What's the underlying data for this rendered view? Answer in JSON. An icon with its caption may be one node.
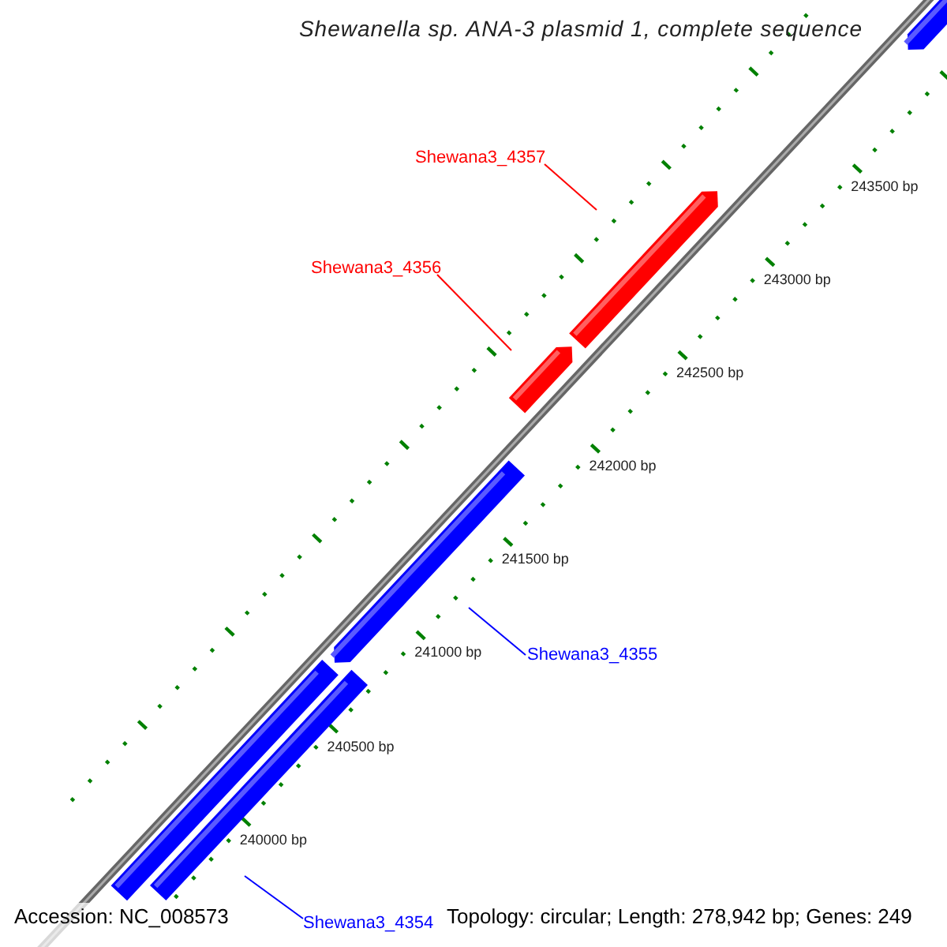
{
  "diagram": {
    "title": "Shewanella sp. ANA-3 plasmid 1, complete sequence",
    "nodes": [
      {
        "text": [
          "Shewana3_4357"
        ]
      },
      {
        "text": [
          "Shewana3_4356"
        ]
      },
      {
        "text": [
          "Shewana3_4355"
        ]
      },
      {
        "text": [
          "Shewana3_4354"
        ]
      },
      {
        "text": [],
        "shape": "bar"
      },
      {
        "text": [],
        "shape": "bar"
      },
      {
        "text": [],
        "shape": "bar"
      },
      {
        "text": [],
        "shape": "bar"
      },
      {
        "text": [],
        "shape": "bar"
      },
      {
        "text": [],
        "shape": "bar"
      }
    ],
    "edges": [
      {
        "from": 0,
        "to": 5,
        "arrow": "none",
        "color": "#ff0000"
      },
      {
        "from": 1,
        "to": 6,
        "arrow": "none",
        "color": "#ff0000"
      },
      {
        "from": 2,
        "to": 7,
        "arrow": "none",
        "color": "#0000ff"
      },
      {
        "from": 3,
        "to": 9,
        "arrow": "none",
        "color": "#0000ff"
      }
    ],
    "labels": [
      "243500 bp",
      "243000 bp",
      "242500 bp",
      "242000 bp",
      "241500 bp",
      "241000 bp",
      "240500 bp",
      "240000 bp",
      "Accession: NC_008573",
      "Topology: circular; Length: 278,942 bp; Genes: 249"
    ]
  }
}
